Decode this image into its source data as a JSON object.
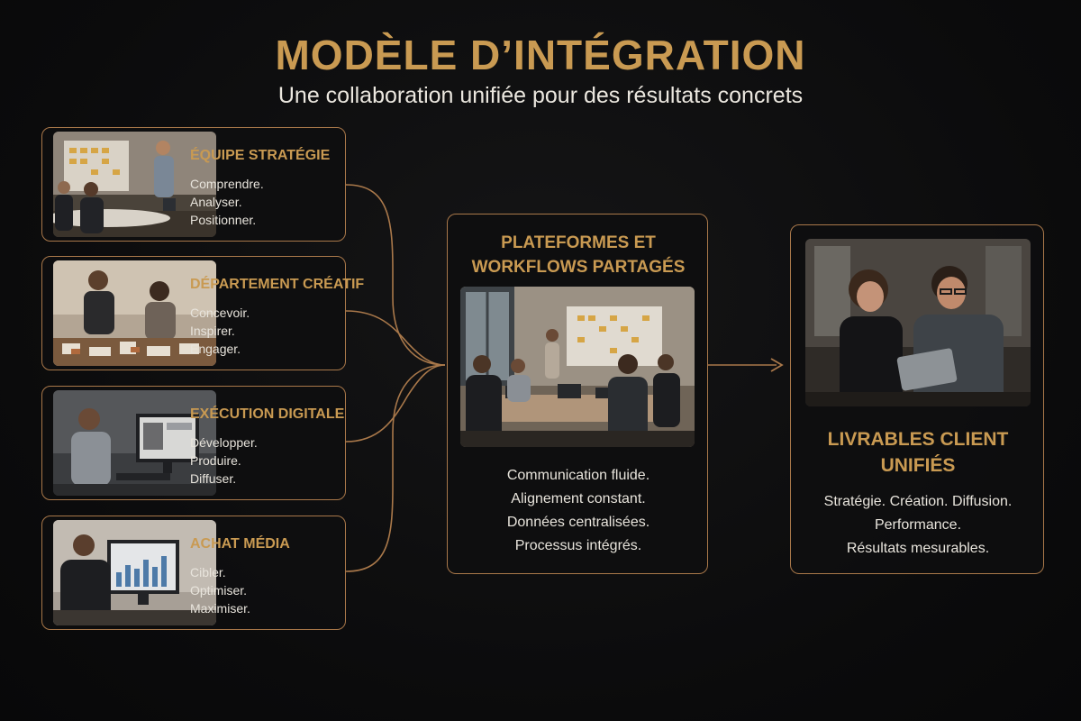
{
  "header": {
    "title": "MODÈLE D’INTÉGRATION",
    "subtitle": "Une collaboration unifiée pour des résultats concrets"
  },
  "teams": [
    {
      "title": "ÉQUIPE STRATÉGIE",
      "lines": [
        "Comprendre.",
        "Analyser.",
        "Positionner."
      ],
      "photo": "team-whiteboard-meeting-photo"
    },
    {
      "title": "DÉPARTEMENT CRÉATIF",
      "lines": [
        "Concevoir.",
        "Inspirer.",
        "Engager."
      ],
      "photo": "designers-at-table-photo"
    },
    {
      "title": "EXÉCUTION DIGITALE",
      "lines": [
        "Développer.",
        "Produire.",
        "Diffuser."
      ],
      "photo": "developer-at-monitor-photo"
    },
    {
      "title": "ACHAT MÉDIA",
      "lines": [
        "Cibler.",
        "Optimiser.",
        "Maximiser."
      ],
      "photo": "analyst-with-charts-photo"
    }
  ],
  "hub": {
    "title_line1": "PLATEFORMES ET",
    "title_line2": "WORKFLOWS PARTAGÉS",
    "lines": [
      "Communication fluide.",
      "Alignement constant.",
      "Données centralisées.",
      "Processus intégrés."
    ],
    "photo": "team-meeting-room-photo"
  },
  "output": {
    "title_line1": "LIVRABLES CLIENT",
    "title_line2": "UNIFIÉS",
    "lines": [
      "Stratégie. Création. Diffusion.",
      "Performance.",
      "Résultats mesurables."
    ],
    "photo": "clients-with-tablet-photo"
  },
  "colors": {
    "accent": "#c99a52",
    "border": "#a9784a",
    "background": "#0b0b0c",
    "text": "#e8e4dc"
  },
  "icons": {
    "flow_arrow": "arrow-right-icon"
  }
}
